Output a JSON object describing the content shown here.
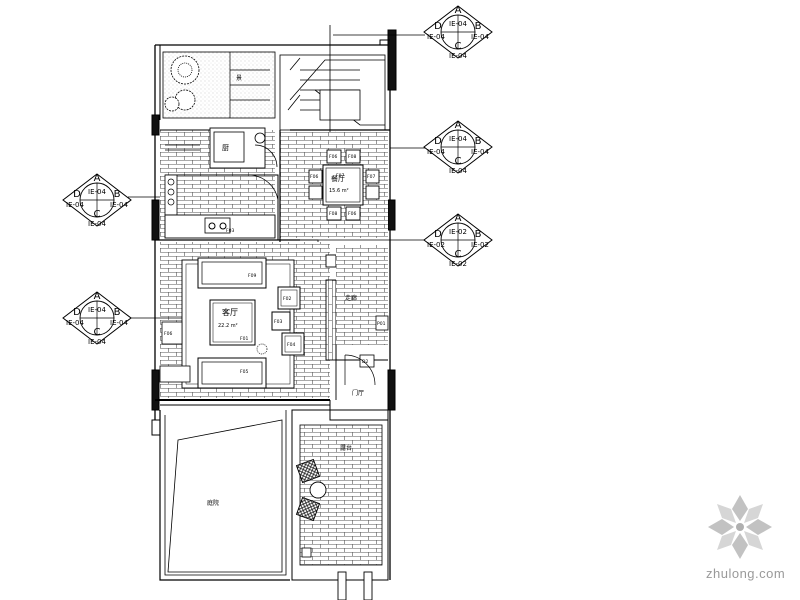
{
  "plan": {
    "room_labels": {
      "garden": "景",
      "kitchen_small": "厨",
      "dining": "餐厅",
      "dining_area": "15.6 m²",
      "living": "客厅",
      "living_area": "22.2 m²",
      "hall": "走廊",
      "entry": "门厅",
      "courtyard": "庭院",
      "terrace": "露台"
    },
    "furniture_tags": [
      "F06",
      "F07",
      "F08",
      "F06",
      "F08",
      "F06",
      "F07",
      "F09",
      "F02",
      "F03",
      "F05",
      "F04",
      "F06",
      "F01",
      "D2",
      "P01",
      "F03"
    ]
  },
  "elevation_markers": [
    {
      "name": "marker-top-right",
      "letters": [
        "A",
        "B",
        "C",
        "D"
      ],
      "codes": [
        "IE-04",
        "IE-04",
        "IE-04",
        "IE-04"
      ]
    },
    {
      "name": "marker-right-upper",
      "letters": [
        "A",
        "B",
        "C",
        "D"
      ],
      "codes": [
        "IE-04",
        "IE-04",
        "IE-04",
        "IE-04"
      ]
    },
    {
      "name": "marker-right-middle",
      "letters": [
        "A",
        "B",
        "C",
        "D"
      ],
      "codes": [
        "IE-02",
        "IE-02",
        "IE-02",
        "IE-02"
      ]
    },
    {
      "name": "marker-left-upper",
      "letters": [
        "A",
        "B",
        "C",
        "D"
      ],
      "codes": [
        "IE-04",
        "IE-04",
        "IE-04",
        "IE-04"
      ]
    },
    {
      "name": "marker-left-lower",
      "letters": [
        "A",
        "B",
        "C",
        "D"
      ],
      "codes": [
        "IE-04",
        "IE-04",
        "IE-04",
        "IE-04"
      ]
    }
  ],
  "watermark": {
    "text": "zhulong.com"
  }
}
